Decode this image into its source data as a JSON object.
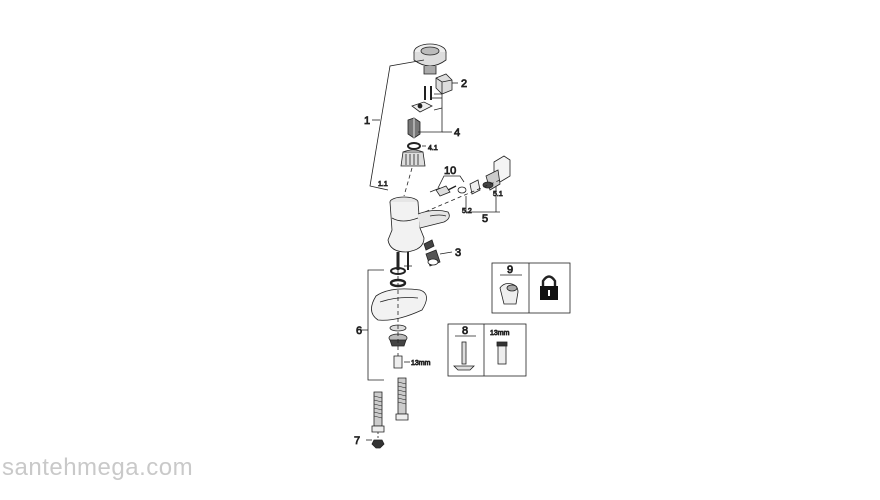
{
  "callouts": {
    "c1": "1",
    "c1_1": "1.1",
    "c2": "2",
    "c3": "3",
    "c4": "4",
    "c4_1": "4.1",
    "c5": "5",
    "c5_1": "5.1",
    "c5_2": "5.2",
    "c6": "6",
    "c7": "7",
    "c10": "10",
    "dim_13mm": "13mm"
  },
  "boxes": {
    "box9": {
      "label": "9"
    },
    "box8": {
      "label": "8",
      "dim": "13mm"
    }
  },
  "watermark": "santehmega.com"
}
